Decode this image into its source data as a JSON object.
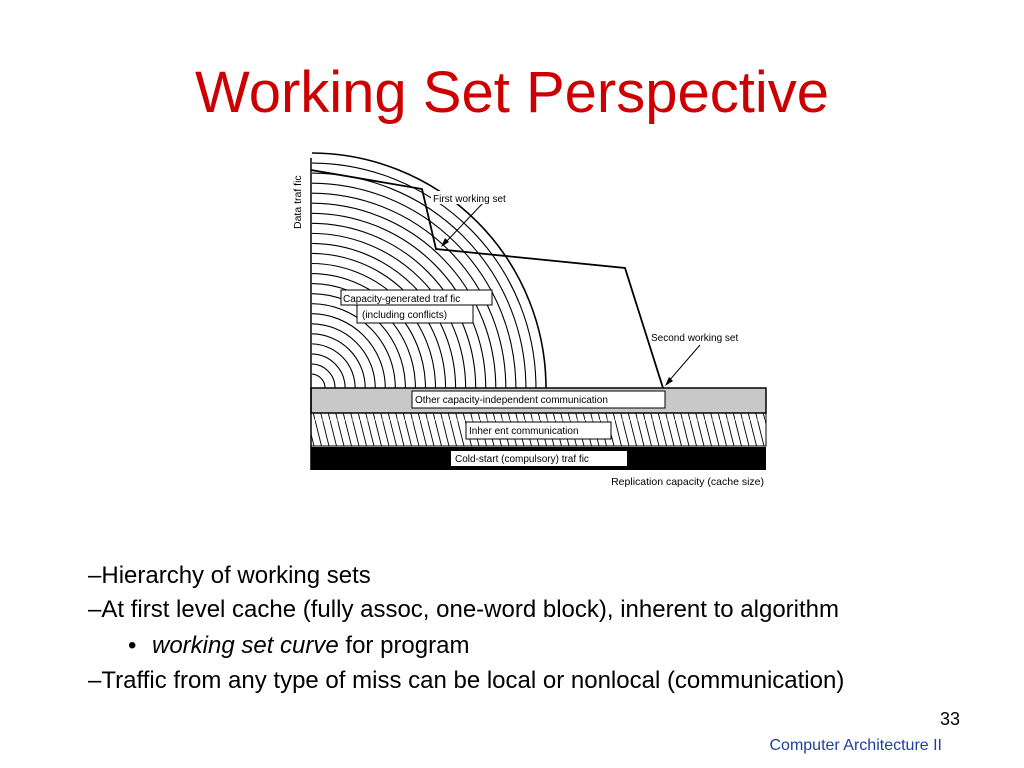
{
  "slide": {
    "title": "Working Set Perspective",
    "page_number": "33",
    "footer": "Computer Architecture II"
  },
  "diagram": {
    "y_axis_label": "Data traf   fic",
    "x_axis_label": "Replication capacity (cache size)",
    "first_working_set": "First working set",
    "second_working_set": "Second working set",
    "capacity_traffic_line1": "Capacity-generated traf      fic",
    "capacity_traffic_line2": "(including conflicts)",
    "other_capacity": "Other capacity-independent communication",
    "inherent": "Inher ent communication",
    "cold_start": "Cold-start (compulsory) traf       fic",
    "colors": {
      "title": "#cc0000",
      "other_band": "#c8c8c8",
      "cold_band": "#000000",
      "footer": "#1d3f9e"
    }
  },
  "bullets": [
    {
      "marker": "–",
      "text": "Hierarchy of working sets"
    },
    {
      "marker": "–",
      "text": "At first level cache (fully assoc, one-word block), inherent to algorithm"
    },
    {
      "marker": "•",
      "italic": "working set curve",
      "text": " for program"
    },
    {
      "marker": "–",
      "text": "Traffic from any type of miss can be local or nonlocal (communication)"
    }
  ]
}
